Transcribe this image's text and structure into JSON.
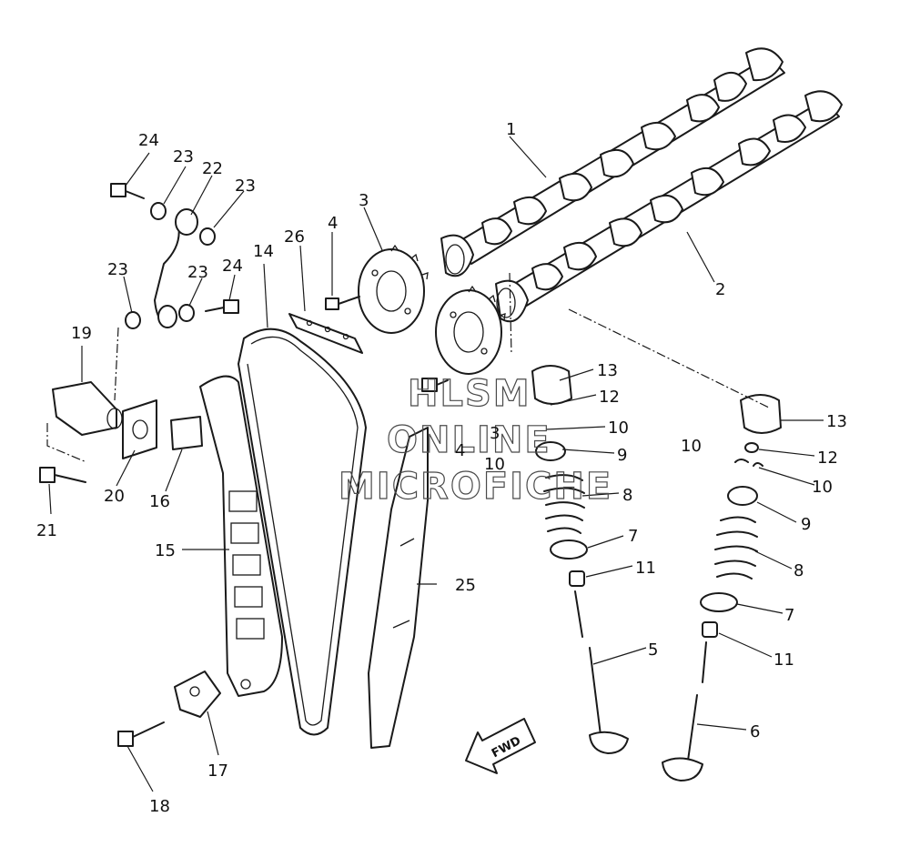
{
  "callouts": {
    "c1": "1",
    "c2": "2",
    "c3a": "3",
    "c3b": "3",
    "c4a": "4",
    "c4b": "4",
    "c5": "5",
    "c6": "6",
    "c7a": "7",
    "c7b": "7",
    "c8a": "8",
    "c8b": "8",
    "c9a": "9",
    "c9b": "9",
    "c10a": "10",
    "c10b": "10",
    "c10c": "10",
    "c10d": "10",
    "c11a": "11",
    "c11b": "11",
    "c12a": "12",
    "c12b": "12",
    "c13a": "13",
    "c13b": "13",
    "c14": "14",
    "c15": "15",
    "c16": "16",
    "c17": "17",
    "c18": "18",
    "c19": "19",
    "c20": "20",
    "c21": "21",
    "c22": "22",
    "c23a": "23",
    "c23b": "23",
    "c23c": "23",
    "c23d": "23",
    "c24a": "24",
    "c24b": "24",
    "c25": "25",
    "c26": "26"
  },
  "fwd_label": "FWD",
  "watermark": {
    "line1": "HLSM",
    "line2": "ONLINE",
    "line3": "MICROFICHE"
  }
}
